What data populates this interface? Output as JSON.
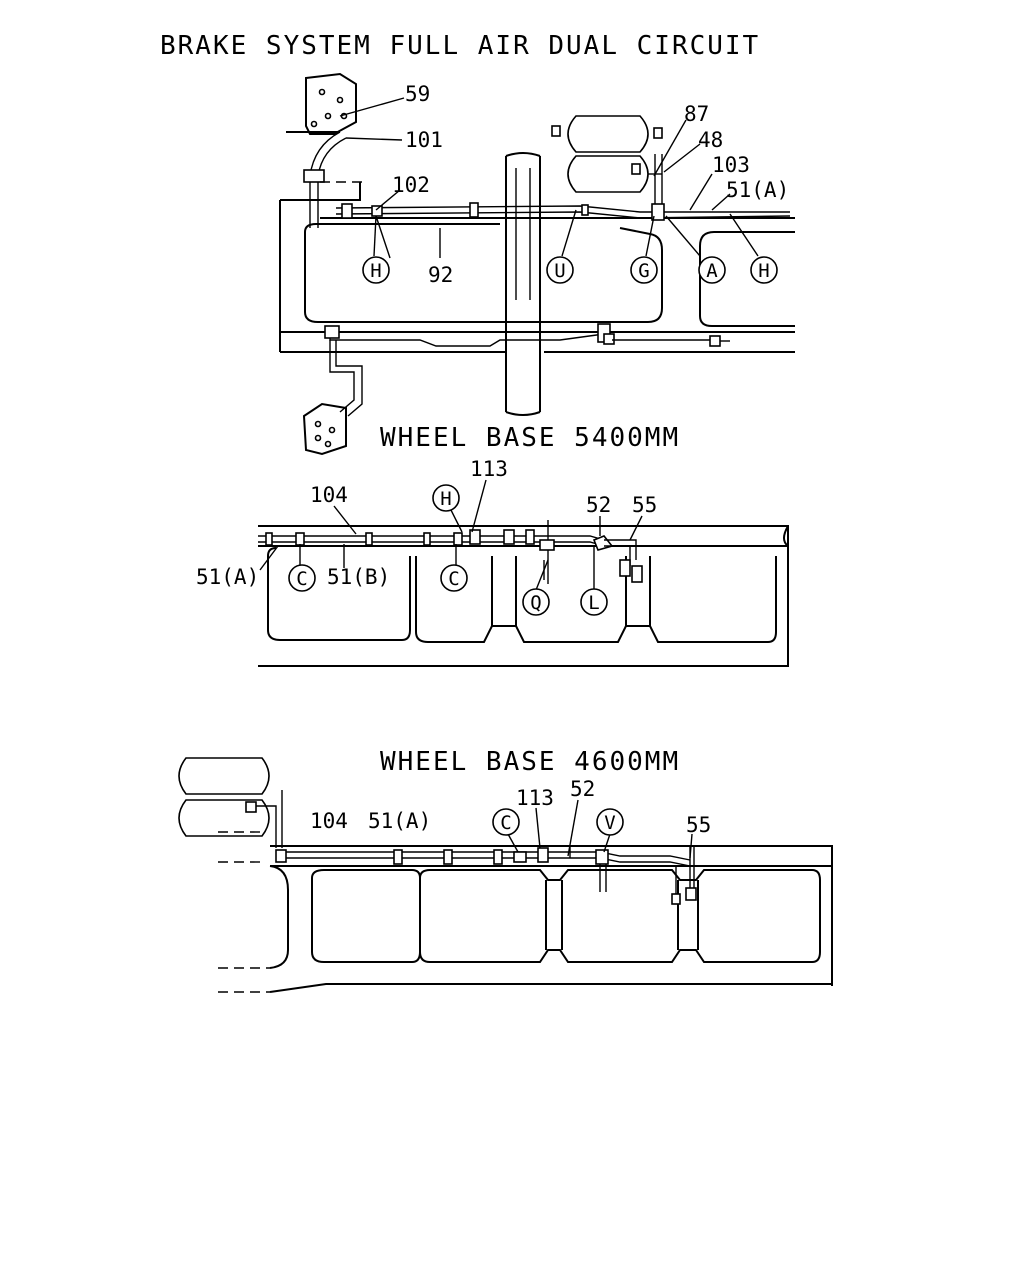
{
  "title": "BRAKE SYSTEM FULL AIR DUAL CIRCUIT",
  "subtitles": {
    "wb5400": "WHEEL BASE 5400MM",
    "wb4600": "WHEEL BASE 4600MM"
  },
  "top_view": {
    "part_labels": [
      "59",
      "101",
      "102",
      "92",
      "87",
      "48",
      "103",
      "51(A)"
    ],
    "circle_labels": [
      "H",
      "U",
      "G",
      "A",
      "H"
    ]
  },
  "wb5400_view": {
    "part_labels": [
      "113",
      "104",
      "52",
      "55",
      "51(A)",
      "51(B)"
    ],
    "circle_labels": [
      "H",
      "C",
      "C",
      "Q",
      "L"
    ]
  },
  "wb4600_view": {
    "part_labels": [
      "104",
      "51(A)",
      "113",
      "52",
      "55"
    ],
    "circle_labels": [
      "C",
      "V"
    ]
  }
}
